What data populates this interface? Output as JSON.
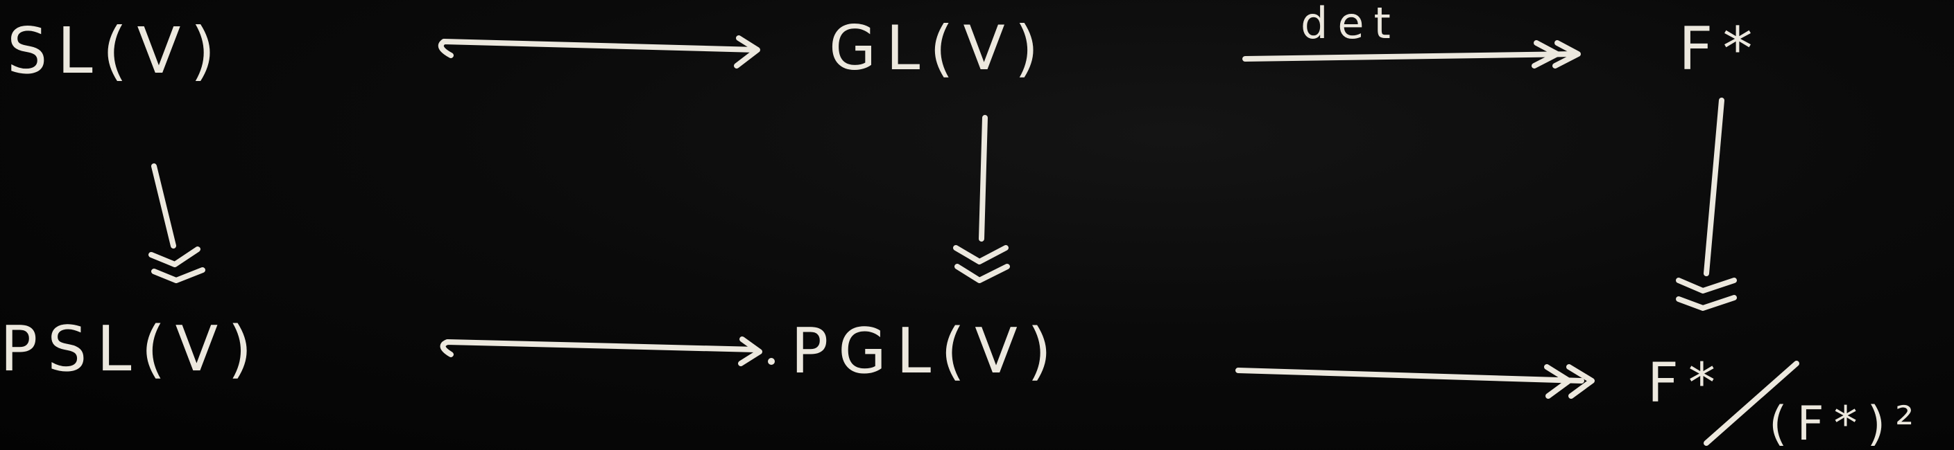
{
  "diagram": {
    "nodes": {
      "sl": "SL(V)",
      "gl": "GL(V)",
      "fstar": "F*",
      "psl": "PSL(V)",
      "pgl": "PGL(V)",
      "quotient_num": "F*",
      "quotient_den": "(F*)²"
    },
    "arrow_labels": {
      "det": "det"
    },
    "colors": {
      "chalk": "#ece8de",
      "board": "#050505"
    }
  }
}
